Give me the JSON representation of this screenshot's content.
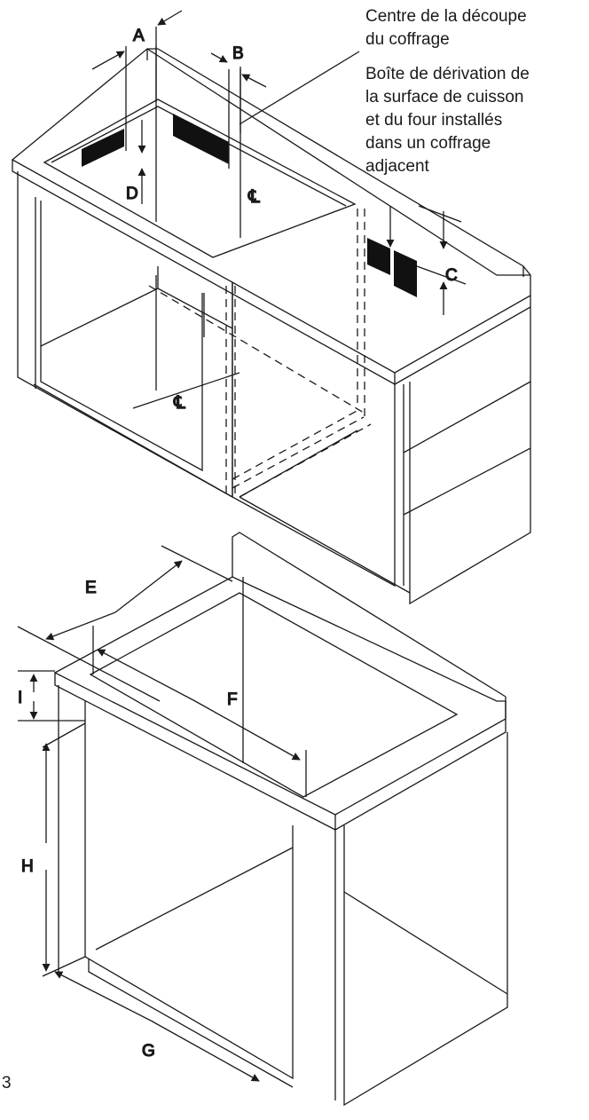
{
  "callouts": {
    "cutout_center": "Centre de la découpe\ndu coffrage",
    "junction_box": "Boîte de dérivation de\nla surface de cuisson\net du four installés\ndans un coffrage\nadjacent"
  },
  "labels": {
    "A": "A",
    "B": "B",
    "C": "C",
    "D": "D",
    "E": "E",
    "F": "F",
    "G": "G",
    "H": "H",
    "I": "I",
    "centerline": "℄"
  },
  "figure_number": "3",
  "colors": {
    "line": "#1a1a1a",
    "fill": "#111111",
    "background": "#ffffff"
  }
}
